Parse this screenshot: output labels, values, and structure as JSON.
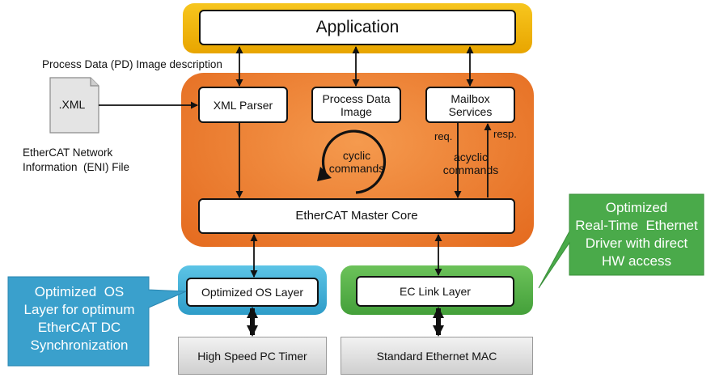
{
  "application": "Application",
  "pd_image_description": "Process Data (PD) Image description",
  "xml_file": ".XML",
  "eni_file": [
    "EtherCAT Network",
    "Information  (ENI) File"
  ],
  "xml_parser": "XML Parser",
  "process_data_image": [
    "Process Data",
    "Image"
  ],
  "mailbox_services": [
    "Mailbox",
    "Services"
  ],
  "cyclic_commands": [
    "cyclic",
    "commands"
  ],
  "req": "req.",
  "resp": "resp.",
  "acyclic_commands": [
    "acyclic",
    "commands"
  ],
  "master_core": "EtherCAT Master Core",
  "os_layer": "Optimized OS Layer",
  "ec_link_layer": "EC Link Layer",
  "pc_timer": "High Speed PC Timer",
  "ethernet_mac": "Standard Ethernet MAC",
  "callout_os": [
    "Optimized  OS",
    "Layer for optimum",
    "EtherCAT DC",
    "Synchronization"
  ],
  "callout_driver": [
    "Optimized",
    "Real-Time  Ethernet",
    "Driver with direct",
    "HW access"
  ],
  "colors": {
    "application_panel": "#f2b705",
    "core_panel": "#ec7a2d",
    "os_panel": "#4ab6dc",
    "link_panel": "#5cb347",
    "callout_blue": "#3aa0cc",
    "callout_green": "#4aaa4a"
  }
}
